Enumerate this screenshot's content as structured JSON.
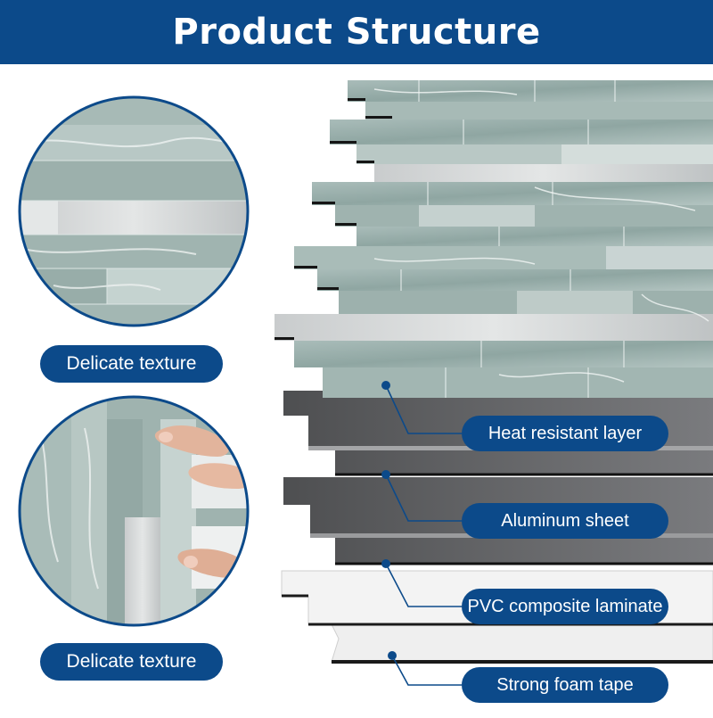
{
  "header": {
    "title": "Product Structure",
    "color": "#0c4a8a"
  },
  "texture_labels": [
    {
      "label": "Delicate texture"
    },
    {
      "label": "Delicate texture"
    }
  ],
  "layers": [
    {
      "label": "Heat resistant layer",
      "color": "#595a5c"
    },
    {
      "label": "Aluminum sheet",
      "color": "#6c6d70"
    },
    {
      "label": "PVC composite laminate",
      "color": "#f1f1f1"
    },
    {
      "label": "Strong foam tape",
      "color": "#ececec"
    }
  ],
  "colors": {
    "marble": "#93aaa6",
    "marble_light": "#c7d5d2",
    "accent": "#0c4a8a"
  }
}
